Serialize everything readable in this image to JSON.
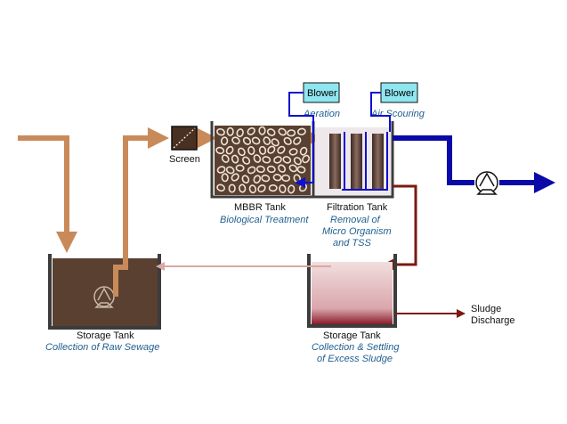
{
  "colors": {
    "raw_flow": "#c98a5a",
    "treated_flow": "#0a0aa8",
    "sludge_flow": "#7a1a12",
    "return_flow": "#d9a9a4",
    "tank_wall": "#3c3c3c",
    "raw_sewage_fill": "#5a4030",
    "sludge_fill": "#8b1a2a",
    "blower_fill": "#8ee6f0",
    "air_line": "#1010d0"
  },
  "blowers": [
    {
      "label": "Blower",
      "caption": "Aeration"
    },
    {
      "label": "Blower",
      "caption": "Air Scouring"
    }
  ],
  "screen": {
    "label": "Screen"
  },
  "mbbr_tank": {
    "title": "MBBR Tank",
    "subtitle": "Biological Treatment"
  },
  "filtration_tank": {
    "title": "Filtration Tank",
    "subtitle_lines": [
      "Removal of",
      "Micro Organism",
      "and TSS"
    ]
  },
  "storage_raw": {
    "title": "Storage Tank",
    "subtitle": "Collection of Raw Sewage"
  },
  "storage_sludge": {
    "title": "Storage Tank",
    "subtitle_lines": [
      "Collection & Settling",
      "of Excess Sludge"
    ]
  },
  "sludge_discharge": {
    "lines": [
      "Sludge",
      "Discharge"
    ]
  },
  "icons": [
    "pump-icon",
    "screen-icon",
    "blower-icon",
    "arrow-icon"
  ]
}
